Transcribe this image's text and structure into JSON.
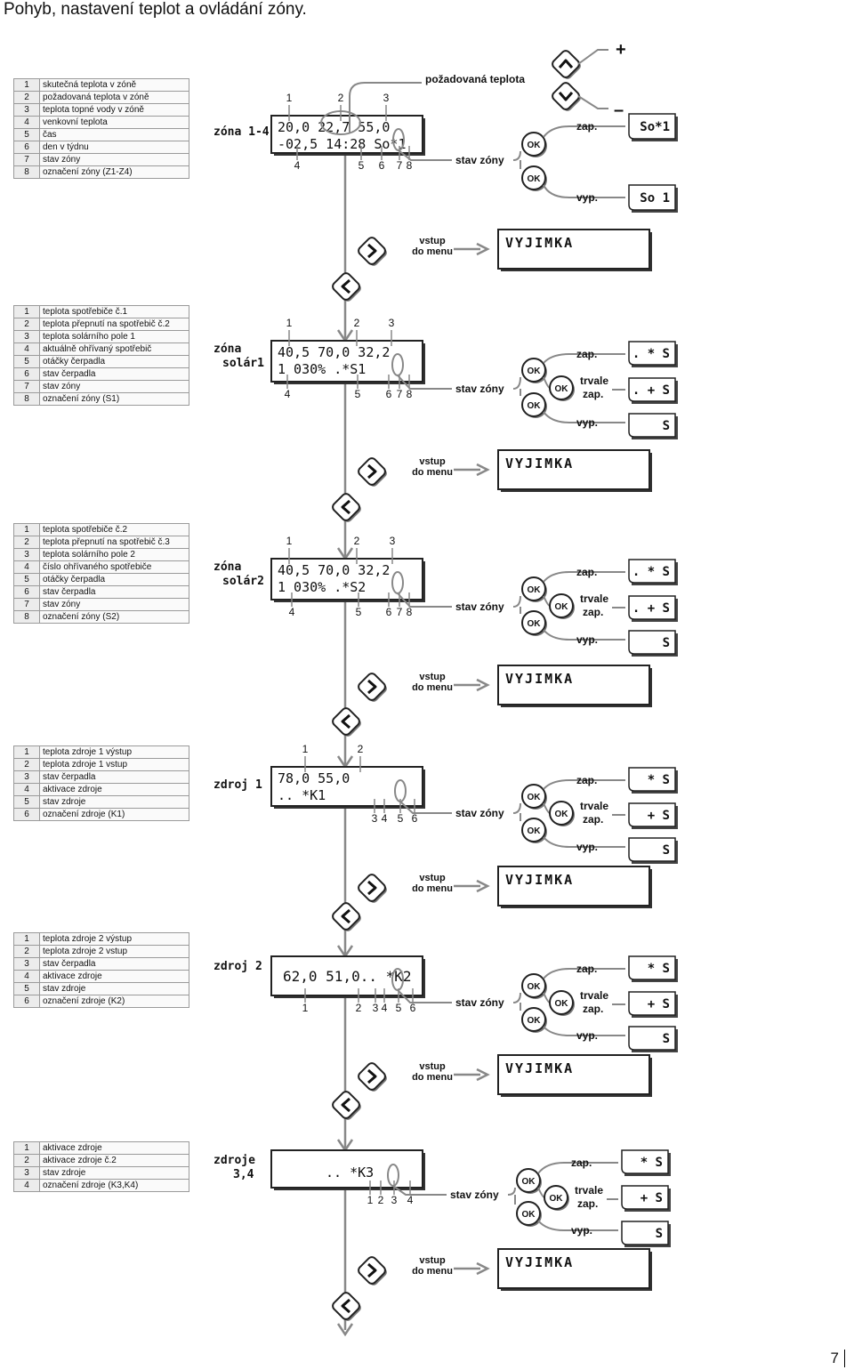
{
  "page": {
    "title": "Pohyb, nastavení teplot a ovládání zóny.",
    "number": "7"
  },
  "common": {
    "zone_state": "stav zóny",
    "on": "zap.",
    "off": "vyp.",
    "permanent_1": "trvale",
    "permanent_2": "zap.",
    "menu_1": "vstup",
    "menu_2": "do menu",
    "exception": "VYJIMKA",
    "ok": "OK"
  },
  "sections": [
    {
      "legend": [
        "skutečná teplota v zóně",
        "požadovaná teplota v zóně",
        "teplota topné vody v zóně",
        "venkovní teplota",
        "čas",
        "den v týdnu",
        "stav zóny",
        "označení zóny (Z1-Z4)"
      ],
      "zone_label": "zóna 1-4",
      "zone_label_2": "",
      "line1": "20,0 22,7 55,0",
      "line2": "-02,5 14:28 So*1",
      "top_nums": [
        "1",
        "2",
        "3"
      ],
      "bottom_nums": [
        "4",
        "5",
        "6",
        "7",
        "8"
      ],
      "required_temp": "požadovaná teplota",
      "plus": "+",
      "minus": "–",
      "state_on": "So*1",
      "state_off": "So 1"
    },
    {
      "legend": [
        "teplota spotřebiče č.1",
        "teplota přepnutí na spotřebič č.2",
        "teplota solárního pole 1",
        "aktuálně ohřívaný spotřebič",
        "otáčky čerpadla",
        "stav čerpadla",
        "stav zóny",
        "označení zóny (S1)"
      ],
      "zone_label": "zóna",
      "zone_label_2": "solár1",
      "line1": "40,5 70,0  32,2",
      "line2": "1    030%  .*S1",
      "top_nums": [
        "1",
        "2",
        "3"
      ],
      "bottom_nums": [
        "4",
        "5",
        "6",
        "7",
        "8"
      ],
      "state_on": ". * S",
      "state_perm": ". + S",
      "state_off": "S"
    },
    {
      "legend": [
        "teplota spotřebiče č.2",
        "teplota přepnutí na spotřebič č.3",
        "teplota solárního pole 2",
        "číslo ohřívaného spotřebiče",
        "otáčky čerpadla",
        "stav čerpadla",
        "stav zóny",
        "označení zóny (S2)"
      ],
      "zone_label": "zóna",
      "zone_label_2": "solár2",
      "line1": "40,5 70,0  32,2",
      "line2": "1    030%  .*S2",
      "top_nums": [
        "1",
        "2",
        "3"
      ],
      "bottom_nums": [
        "4",
        "5",
        "6",
        "7",
        "8"
      ],
      "state_on": ". * S",
      "state_perm": ". + S",
      "state_off": "S"
    },
    {
      "legend": [
        "teplota zdroje 1 výstup",
        "teplota zdroje 1 vstup",
        "stav čerpadla",
        "aktivace zdroje",
        "stav zdroje",
        "označení zdroje (K1)"
      ],
      "zone_label": "zdroj 1",
      "zone_label_2": "",
      "line1": "78,0 55,0",
      "line2": "        .. *K1",
      "top_nums": [
        "1",
        "2"
      ],
      "bottom_nums": [
        "3",
        "4",
        "5",
        "6"
      ],
      "state_on": "* S",
      "state_perm": "+ S",
      "state_off": "S"
    },
    {
      "legend": [
        "teplota zdroje 2 výstup",
        "teplota zdroje 2 vstup",
        "stav čerpadla",
        "aktivace zdroje",
        "stav zdroje",
        "označení zdroje (K2)"
      ],
      "zone_label": "zdroj 2",
      "zone_label_2": "",
      "line1": "62,0 51,0.. *K2",
      "line2": "",
      "top_nums": [],
      "bottom_nums": [
        "1",
        "2",
        "3",
        "4",
        "5",
        "6"
      ],
      "state_on": "* S",
      "state_perm": "+ S",
      "state_off": "S"
    },
    {
      "legend": [
        "aktivace zdroje",
        "aktivace zdroje č.2",
        "stav zdroje",
        "označení zdroje (K3,K4)"
      ],
      "zone_label": "zdroje",
      "zone_label_2": "3,4",
      "line1": "",
      "line2": "      .. *K3",
      "top_nums": [],
      "bottom_nums": [
        "1",
        "2",
        "3",
        "4"
      ],
      "state_on": "* S",
      "state_perm": "+ S",
      "state_off": "S"
    }
  ]
}
